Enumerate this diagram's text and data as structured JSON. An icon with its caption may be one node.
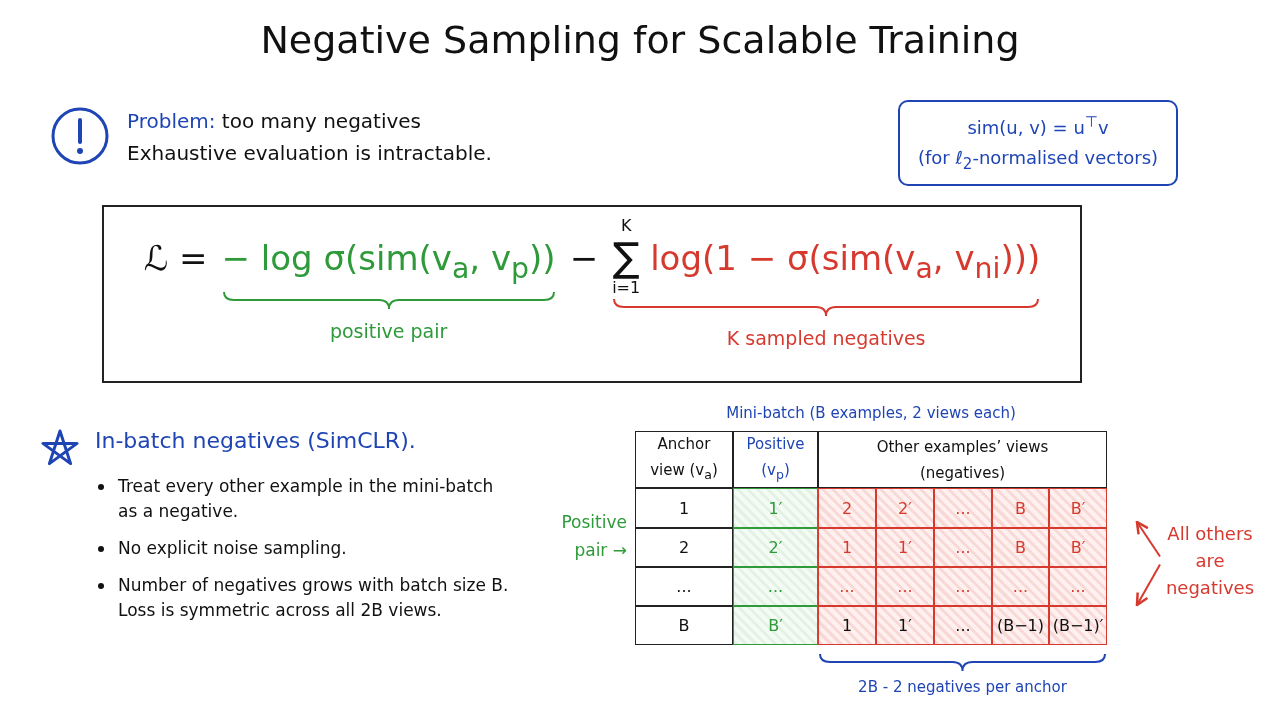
{
  "diagram": {
    "title": "Negative Sampling for Scalable Training",
    "nodes": [
      {
        "text": [
          "sim(u, v) = u$^{⊤}$v",
          "(for ℓ$_{2}$-normalised vectors)"
        ]
      },
      {
        "text": [
          "ℒ =",
          "− log σ(sim(v$_{a}$, v$_{p}$))",
          "−",
          "K",
          "∑",
          "i=1",
          "log(1 − σ(sim(v$_{a}$, v$_{ni}$)))",
          "positive pair",
          "K sampled negatives"
        ]
      },
      {
        "text": [
          "All others are negatives"
        ]
      }
    ],
    "edges": [
      {
        "from": 2,
        "to": null,
        "arrow": "to"
      },
      {
        "from": 2,
        "to": null,
        "arrow": "to"
      }
    ],
    "labels": [
      "**Problem:** too many negatives",
      "Exhaustive evaluation is intractable.",
      "In-batch negatives (SimCLR).",
      "Treat every other example in the mini-batch as a negative.",
      "No explicit noise sampling.",
      "Number of negatives grows with batch size B. Loss is symmetric across all 2B views.",
      "Mini-batch (B examples, 2 views each)",
      "Anchor view (v$_{a}$)",
      "Positive (v$_{p}$)",
      "Other examples’ views (negatives)",
      "1",
      "1′",
      "2",
      "2′",
      "...",
      "B",
      "B′",
      "2",
      "2′",
      "1",
      "1′",
      "...",
      "B",
      "B′",
      "...",
      "...",
      "...",
      "...",
      "...",
      "...",
      "...",
      "B",
      "B′",
      "1",
      "1′",
      "...",
      "(B−1)",
      "(B−1)′",
      "Positive pair →",
      "2B - 2 negatives per anchor"
    ]
  }
}
